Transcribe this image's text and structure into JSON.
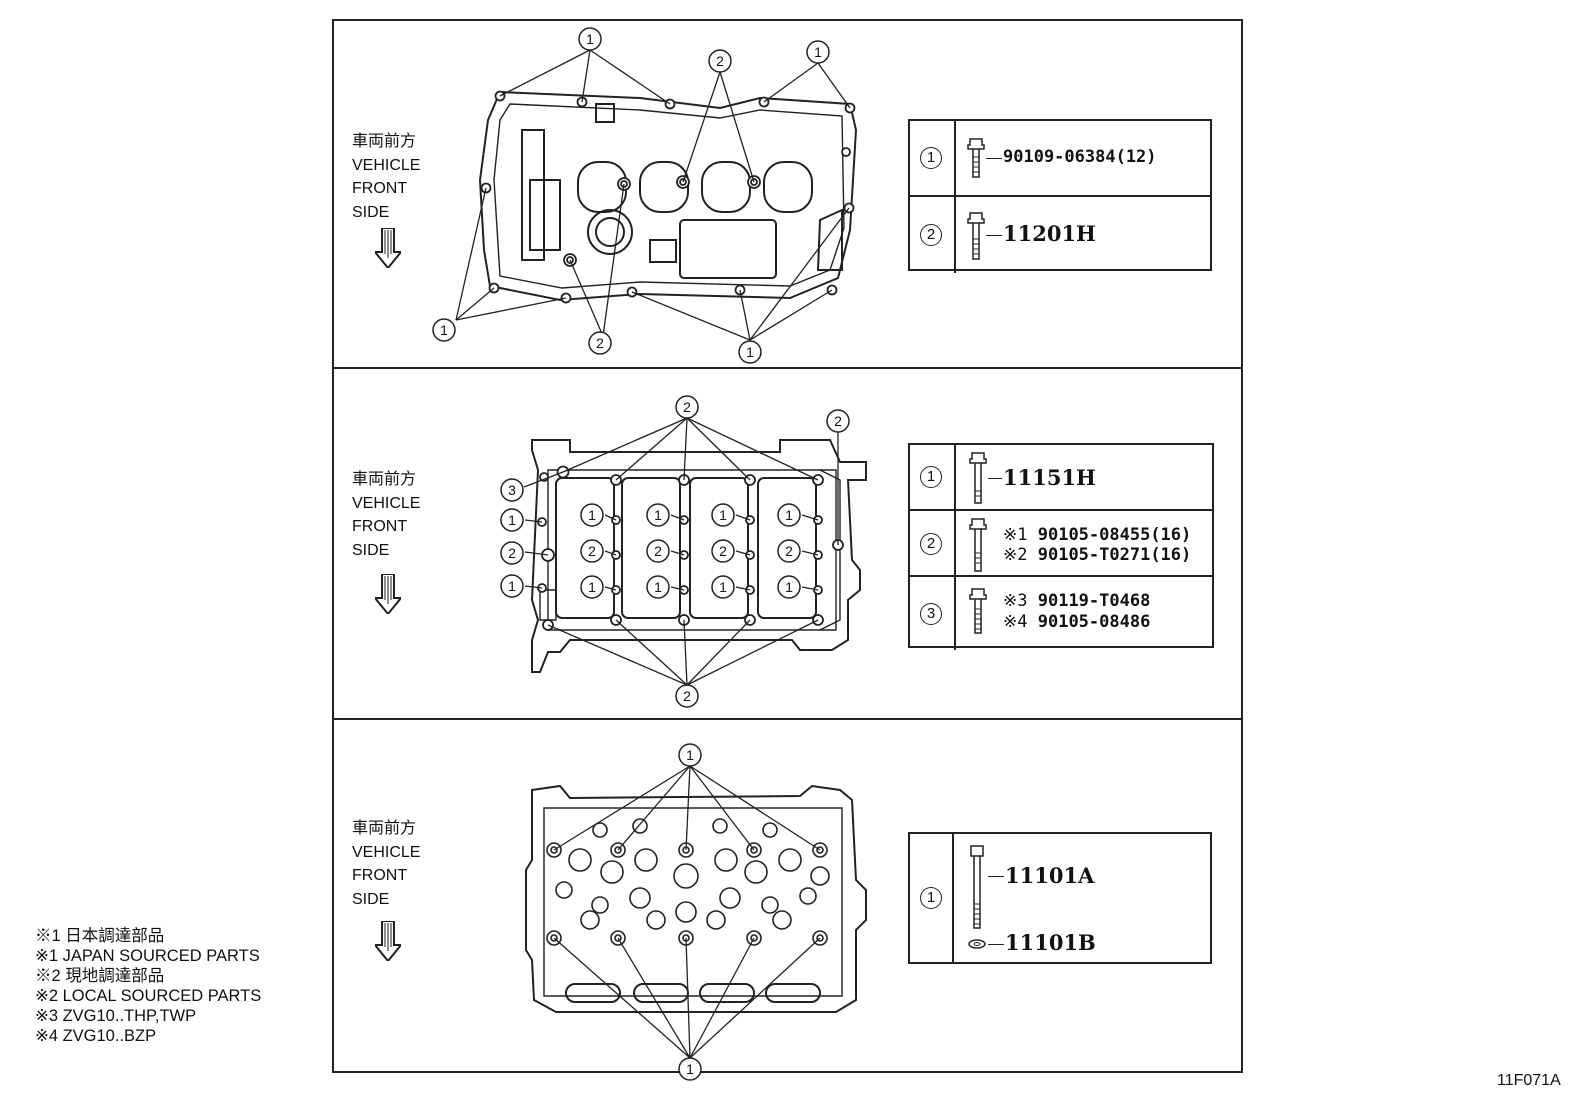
{
  "panels": [
    {
      "direction_label": [
        "車両前方",
        "VEHICLE",
        "FRONT",
        "SIDE"
      ],
      "bolts": [
        {
          "index": "1",
          "parts": [
            "90109-06384(12)"
          ]
        },
        {
          "index": "2",
          "parts": [
            "11201H"
          ]
        }
      ]
    },
    {
      "direction_label": [
        "車両前方",
        "VEHICLE",
        "FRONT",
        "SIDE"
      ],
      "bolts": [
        {
          "index": "1",
          "parts": [
            "11151H"
          ]
        },
        {
          "index": "2",
          "parts": [
            {
              "mark": "※1",
              "part": "90105-08455(16)"
            },
            {
              "mark": "※2",
              "part": "90105-T0271(16)"
            }
          ]
        },
        {
          "index": "3",
          "parts": [
            {
              "mark": "※3",
              "part": "90119-T0468"
            },
            {
              "mark": "※4",
              "part": "90105-08486"
            }
          ]
        }
      ]
    },
    {
      "direction_label": [
        "車両前方",
        "VEHICLE",
        "FRONT",
        "SIDE"
      ],
      "bolts": [
        {
          "index": "1",
          "parts": [
            "11101A",
            "11101B"
          ]
        }
      ]
    }
  ],
  "footnotes": [
    "※1  日本調達部品",
    "※1  JAPAN SOURCED PARTS",
    "※2  現地調達部品",
    "※2  LOCAL SOURCED PARTS",
    "※3  ZVG10..THP,TWP",
    "※4  ZVG10..BZP"
  ],
  "figure_code": "11F071A"
}
